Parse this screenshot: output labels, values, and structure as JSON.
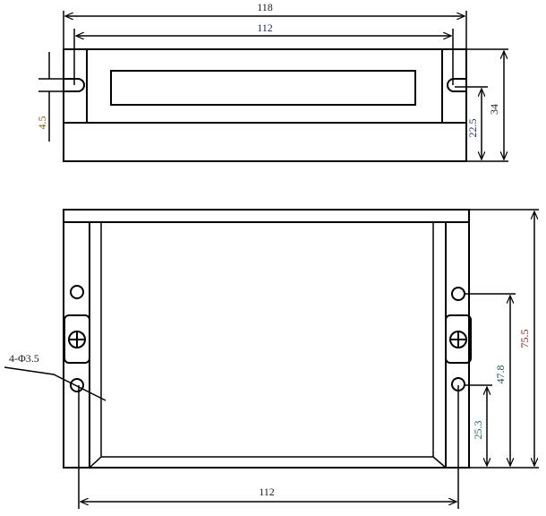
{
  "top_view": {
    "overall_width": "118",
    "slot_spacing": "112",
    "slot_width": "4.5",
    "slot_height": "22.5",
    "overall_height": "34"
  },
  "front_view": {
    "overall_height": "75.5",
    "upper_hole_height": "47.8",
    "lower_hole_height": "25.3",
    "hole_spacing": "112",
    "hole_callout": "4-Φ3.5"
  },
  "colors": {
    "line": "#000000",
    "dim_118": "#1a1a1a",
    "dim_112": "#1a2a5a",
    "dim_4_5": "#7a5a10",
    "dim_22_5": "#1a2a6a",
    "dim_34": "#1a1a1a",
    "dim_75_5": "#7a1010",
    "dim_47_8": "#1a4a4a",
    "dim_25_3": "#1a5a6a"
  }
}
